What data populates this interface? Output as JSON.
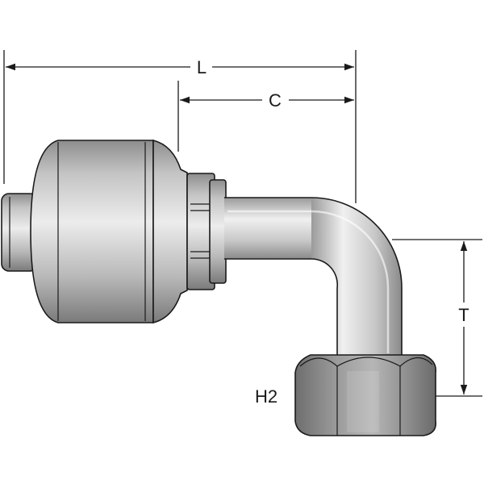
{
  "dimensions": {
    "length": "L",
    "center": "C",
    "height": "T",
    "hex": "H2"
  }
}
